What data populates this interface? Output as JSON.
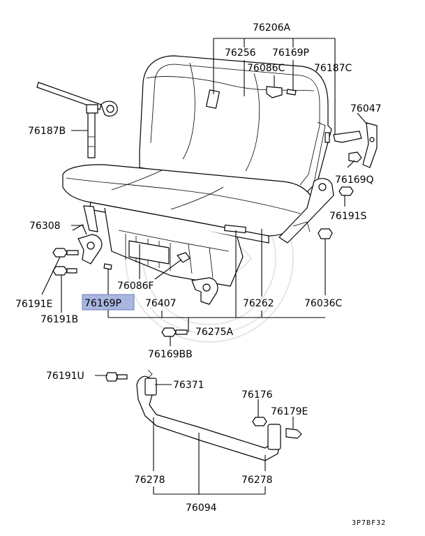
{
  "diagram": {
    "labels": {
      "p76206A": "76206A",
      "p76256": "76256",
      "p76169P_top": "76169P",
      "p76086C": "76086C",
      "p76187C": "76187C",
      "p76047": "76047",
      "p76187B": "76187B",
      "p76169Q": "76169Q",
      "p76191S": "76191S",
      "p76308": "76308",
      "p76036C": "76036C",
      "p76191E": "76191E",
      "p76191B": "76191B",
      "p76086F": "76086F",
      "p76169P_sel": "76169P",
      "p76407": "76407",
      "p76262": "76262",
      "p76275A": "76275A",
      "p76169BB": "76169BB",
      "p76191U": "76191U",
      "p76371": "76371",
      "p76176": "76176",
      "p76179E": "76179E",
      "p76278_left": "76278",
      "p76278_right": "76278",
      "p76094": "76094"
    },
    "ref_code": "3P7BF32",
    "highlight_color": "#a9b6e0"
  }
}
